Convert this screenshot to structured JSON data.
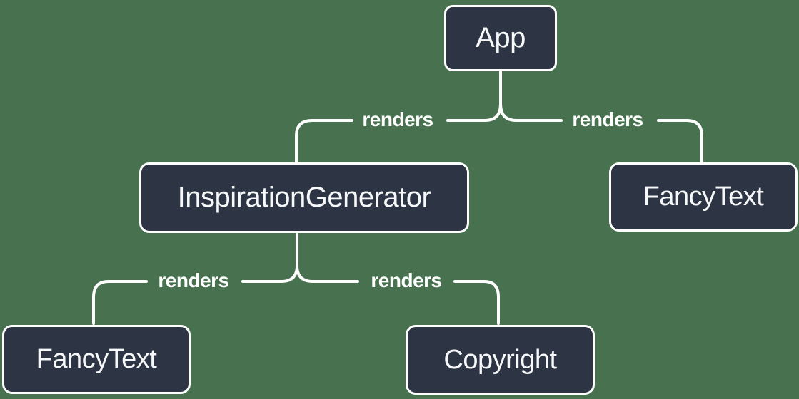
{
  "diagram": {
    "colors": {
      "background": "#47714F",
      "node_fill": "#2D3544",
      "node_border": "#FFFFFF",
      "line": "#FFFFFF",
      "text": "#FFFFFF"
    },
    "nodes": [
      {
        "id": "app",
        "label": "App"
      },
      {
        "id": "inspiration-generator",
        "label": "InspirationGenerator"
      },
      {
        "id": "fancy-text-top",
        "label": "FancyText"
      },
      {
        "id": "fancy-text-bottom",
        "label": "FancyText"
      },
      {
        "id": "copyright",
        "label": "Copyright"
      }
    ],
    "edges": [
      {
        "from": "App",
        "to": "InspirationGenerator",
        "label": "renders"
      },
      {
        "from": "App",
        "to": "FancyText",
        "label": "renders"
      },
      {
        "from": "InspirationGenerator",
        "to": "FancyText",
        "label": "renders"
      },
      {
        "from": "InspirationGenerator",
        "to": "Copyright",
        "label": "renders"
      }
    ]
  }
}
